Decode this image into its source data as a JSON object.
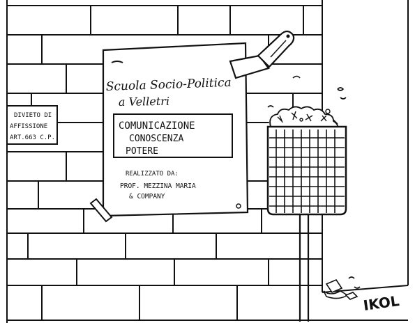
{
  "sign": {
    "line1": "DIVIETO DI",
    "line2": "AFFISSIONE",
    "line3": "ART.663 C.P."
  },
  "poster": {
    "title_line1": "Scuola Socio-Politica",
    "title_line2": "a Velletri",
    "box_line1": "COMUNICAZIONE",
    "box_line2": "CONOSCENZA",
    "box_line3": "POTERE",
    "credit_line1": "REALIZZATO DA:",
    "credit_line2": "PROF. MEZZINA MARIA",
    "credit_line3": "& COMPANY"
  },
  "signature": "IKOL",
  "colors": {
    "ink": "#111111",
    "paper": "#ffffff"
  }
}
